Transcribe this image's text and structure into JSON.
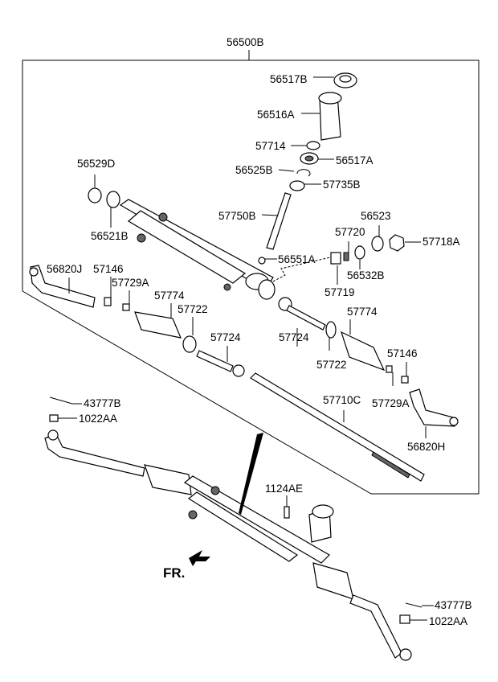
{
  "diagram": {
    "assembly_label": "56500B",
    "direction_label": "FR.",
    "parts": [
      {
        "id": "p1",
        "label": "56517B"
      },
      {
        "id": "p2",
        "label": "56516A"
      },
      {
        "id": "p3",
        "label": "57714"
      },
      {
        "id": "p4",
        "label": "56517A"
      },
      {
        "id": "p5",
        "label": "56525B"
      },
      {
        "id": "p6",
        "label": "57735B"
      },
      {
        "id": "p7",
        "label": "56529D"
      },
      {
        "id": "p8",
        "label": "57750B"
      },
      {
        "id": "p9",
        "label": "56521B"
      },
      {
        "id": "p10",
        "label": "56523"
      },
      {
        "id": "p11",
        "label": "57720"
      },
      {
        "id": "p12",
        "label": "57718A"
      },
      {
        "id": "p13",
        "label": "56551A"
      },
      {
        "id": "p14",
        "label": "56532B"
      },
      {
        "id": "p15",
        "label": "57719"
      },
      {
        "id": "p16",
        "label": "56820J"
      },
      {
        "id": "p17",
        "label": "57146"
      },
      {
        "id": "p18",
        "label": "57729A"
      },
      {
        "id": "p19",
        "label": "57774"
      },
      {
        "id": "p20",
        "label": "57722"
      },
      {
        "id": "p21",
        "label": "57774"
      },
      {
        "id": "p22",
        "label": "57724"
      },
      {
        "id": "p23",
        "label": "57724"
      },
      {
        "id": "p24",
        "label": "57722"
      },
      {
        "id": "p25",
        "label": "57146"
      },
      {
        "id": "p26",
        "label": "57729A"
      },
      {
        "id": "p27",
        "label": "57710C"
      },
      {
        "id": "p28",
        "label": "56820H"
      },
      {
        "id": "p29",
        "label": "43777B"
      },
      {
        "id": "p30",
        "label": "1022AA"
      },
      {
        "id": "p31",
        "label": "1124AE"
      },
      {
        "id": "p32",
        "label": "43777B"
      },
      {
        "id": "p33",
        "label": "1022AA"
      }
    ]
  }
}
